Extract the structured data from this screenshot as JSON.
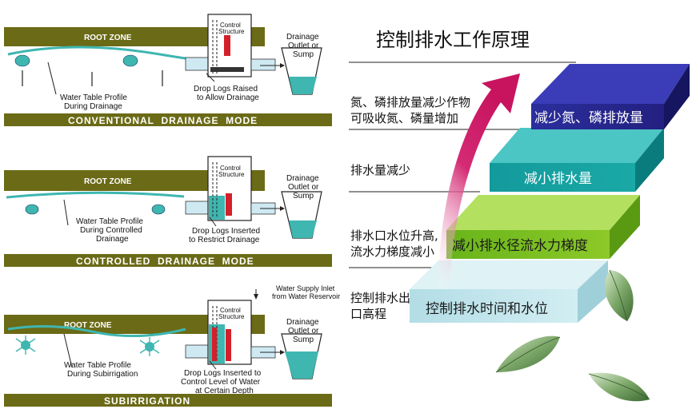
{
  "left_panel": {
    "panels": [
      {
        "root_zone": "ROOT ZONE",
        "control_structure": "Control\nStructure",
        "outlet": "Drainage\nOutlet or\nSump",
        "water_table": "Water Table Profile\nDuring Drainage",
        "drop_logs": "Drop Logs Raised\nto Allow Drainage",
        "mode_label": "CONVENTIONAL  DRAINAGE  MODE"
      },
      {
        "root_zone": "ROOT ZONE",
        "control_structure": "Control\nStructure",
        "outlet": "Drainage\nOutlet or\nSump",
        "water_table": "Water Table Profile\nDuring Controlled\nDrainage",
        "drop_logs": "Drop Logs Inserted\nto Restrict Drainage",
        "mode_label": "CONTROLLED  DRAINAGE  MODE"
      },
      {
        "root_zone": "ROOT ZONE",
        "control_structure": "Control\nStructure",
        "outlet": "Drainage\nOutlet or\nSump",
        "water_table": "Water Table Profile\nDuring Subirrigation",
        "drop_logs": "Drop Logs Inserted to\nControl Level of Water\nat Certain Depth",
        "water_supply": "Water Supply Inlet\nfrom Water Reservoir",
        "mode_label": "SUBIRRIGATION"
      }
    ]
  },
  "right_panel": {
    "title": "控制排水工作原理",
    "effects": [
      "氮、磷排放量减少作物\n可吸收氮、磷量增加",
      "排水量减少",
      "排水口水位升高,\n流水力梯度减小",
      "控制排水出\n口高程"
    ],
    "steps": [
      "减少氮、磷排放量",
      "减小排水量",
      "减小排水径流水力梯度",
      "控制排水时间和水位"
    ]
  },
  "colors": {
    "olive_band": "#6b6a17",
    "water": "#3fb6b0",
    "pipe": "#bfe7f0",
    "red_log": "#d4202a",
    "step_top": "#2b2f9a",
    "step_2": "#1aa3a3",
    "step_3": "#7dbf1f",
    "step_4": "#bfe3e8",
    "arrow": "#d01a6a"
  }
}
